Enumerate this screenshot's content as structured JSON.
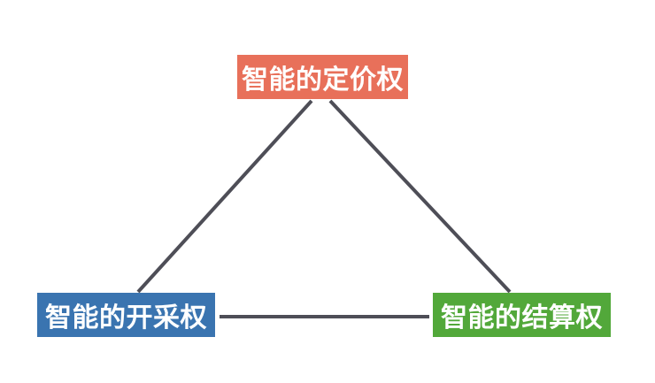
{
  "diagram": {
    "type": "triangle-relationship",
    "background_color": "#ffffff",
    "edge_color": "#4e4e57",
    "edge_width": 4,
    "nodes": [
      {
        "id": "pricing",
        "label": "智能的定价权",
        "color": "#e8705a",
        "text_color": "#ffffff",
        "position": "top"
      },
      {
        "id": "mining",
        "label": "智能的开采权",
        "color": "#3a74b0",
        "text_color": "#ffffff",
        "position": "bottom-left"
      },
      {
        "id": "settlement",
        "label": "智能的结算权",
        "color": "#52a83a",
        "text_color": "#ffffff",
        "position": "bottom-right"
      }
    ],
    "edges": [
      {
        "id": "pricing-mining",
        "from": "pricing",
        "to": "mining"
      },
      {
        "id": "pricing-settlement",
        "from": "pricing",
        "to": "settlement"
      },
      {
        "id": "mining-settlement",
        "from": "mining",
        "to": "settlement"
      }
    ]
  }
}
